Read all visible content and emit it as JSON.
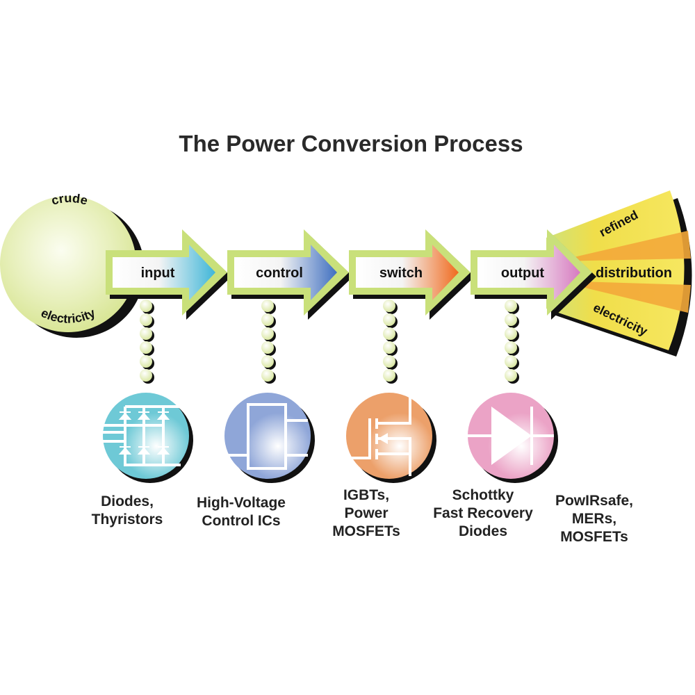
{
  "title": "The Power Conversion Process",
  "source": {
    "top_label": "crude",
    "bottom_label": "electricity",
    "color": "#dde9a2"
  },
  "stages": [
    {
      "label": "input",
      "color": "#3fb6d8",
      "icon": "diode-bridge-rectifier-icon",
      "icon_color": "#6ec9d6",
      "caption": [
        "Diodes,",
        "Thyristors"
      ]
    },
    {
      "label": "control",
      "color": "#3f6fc0",
      "icon": "control-ic-block-icon",
      "icon_color": "#8fa6d8",
      "caption": [
        "High-Voltage",
        "Control ICs"
      ]
    },
    {
      "label": "switch",
      "color": "#f06a1e",
      "icon": "mosfet-transistor-icon",
      "icon_color": "#eca06a",
      "caption": [
        "IGBTs,",
        "Power",
        "MOSFETs"
      ]
    },
    {
      "label": "output",
      "color": "#d77ac0",
      "icon": "diode-icon",
      "icon_color": "#eba3c6",
      "caption": [
        "Schottky",
        "Fast Recovery",
        "Diodes"
      ]
    }
  ],
  "distribution": {
    "top_label": "refined",
    "middle_label": "distribution",
    "bottom_label": "electricity",
    "caption": [
      "PowIRsafe,",
      "MERs,",
      "MOSFETs"
    ],
    "fill_color": "#f2e25a",
    "ray_color": "#f3a93a"
  },
  "colors": {
    "arrow_border": "#c9e07a",
    "shadow": "#111111",
    "bead": "#e6efbf"
  }
}
